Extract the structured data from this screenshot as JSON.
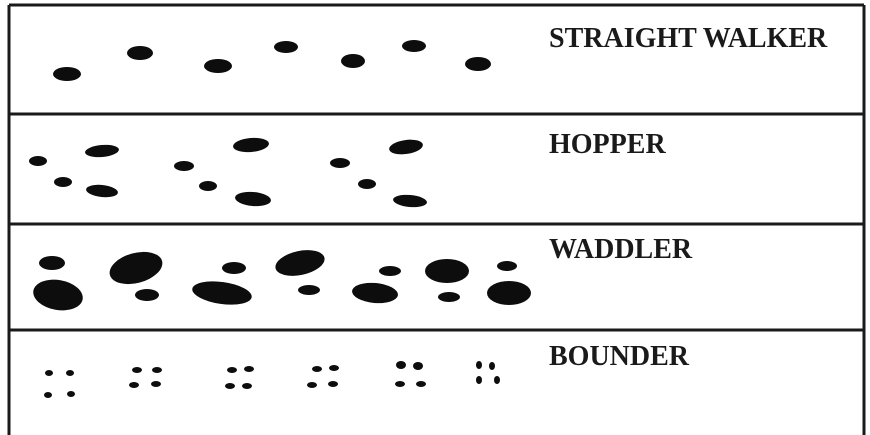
{
  "rows": [
    {
      "id": "straight-walker",
      "label": "STRAIGHT WALKER"
    },
    {
      "id": "hopper",
      "label": "HOPPER"
    },
    {
      "id": "waddler",
      "label": "WADDLER"
    },
    {
      "id": "bounder",
      "label": "BOUNDER"
    }
  ],
  "colors": {
    "ink": "#0d0d0d",
    "line": "#1a1a1a",
    "background": "#ffffff"
  }
}
